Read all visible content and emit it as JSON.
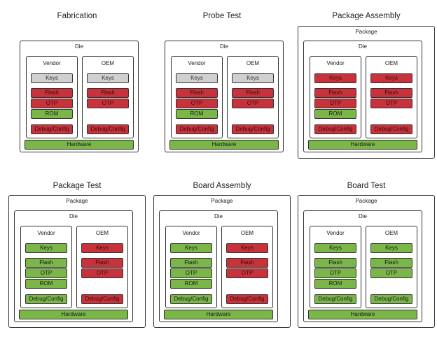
{
  "labels": {
    "package": "Package",
    "die": "Die",
    "vendor": "Vendor",
    "oem": "OEM",
    "hardware": "Hardware"
  },
  "colors": {
    "green": "#7ab648",
    "red": "#c7323b",
    "gray": "#d0d0d0",
    "green_text": "#1a1a1a",
    "red_text": "#3a0a0e",
    "gray_text": "#333333"
  },
  "panels": [
    {
      "title": "Fabrication",
      "package": false,
      "vendor": {
        "keys": "gray",
        "flash": "red",
        "otp": "red",
        "rom": "green",
        "debug": "red"
      },
      "oem": {
        "keys": "gray",
        "flash": "red",
        "otp": "red",
        "debug": "red"
      }
    },
    {
      "title": "Probe Test",
      "package": false,
      "vendor": {
        "keys": "gray",
        "flash": "red",
        "otp": "red",
        "rom": "green",
        "debug": "red"
      },
      "oem": {
        "keys": "gray",
        "flash": "red",
        "otp": "red",
        "debug": "red"
      }
    },
    {
      "title": "Package Assembly",
      "package": true,
      "vendor": {
        "keys": "red",
        "flash": "red",
        "otp": "red",
        "rom": "green",
        "debug": "red"
      },
      "oem": {
        "keys": "red",
        "flash": "red",
        "otp": "red",
        "debug": "red"
      }
    },
    {
      "title": "Package Test",
      "package": true,
      "vendor": {
        "keys": "green",
        "flash": "green",
        "otp": "green",
        "rom": "green",
        "debug": "green"
      },
      "oem": {
        "keys": "red",
        "flash": "red",
        "otp": "red",
        "debug": "red"
      }
    },
    {
      "title": "Board Assembly",
      "package": true,
      "vendor": {
        "keys": "green",
        "flash": "green",
        "otp": "green",
        "rom": "green",
        "debug": "green"
      },
      "oem": {
        "keys": "red",
        "flash": "red",
        "otp": "red",
        "debug": "red"
      }
    },
    {
      "title": "Board Test",
      "package": true,
      "vendor": {
        "keys": "green",
        "flash": "green",
        "otp": "green",
        "rom": "green",
        "debug": "green"
      },
      "oem": {
        "keys": "green",
        "flash": "green",
        "otp": "green",
        "debug": "green"
      }
    }
  ],
  "chip_labels": {
    "keys": "Keys",
    "flash": "Flash",
    "otp": "OTP",
    "rom": "ROM",
    "debug": "Debug/Config"
  }
}
